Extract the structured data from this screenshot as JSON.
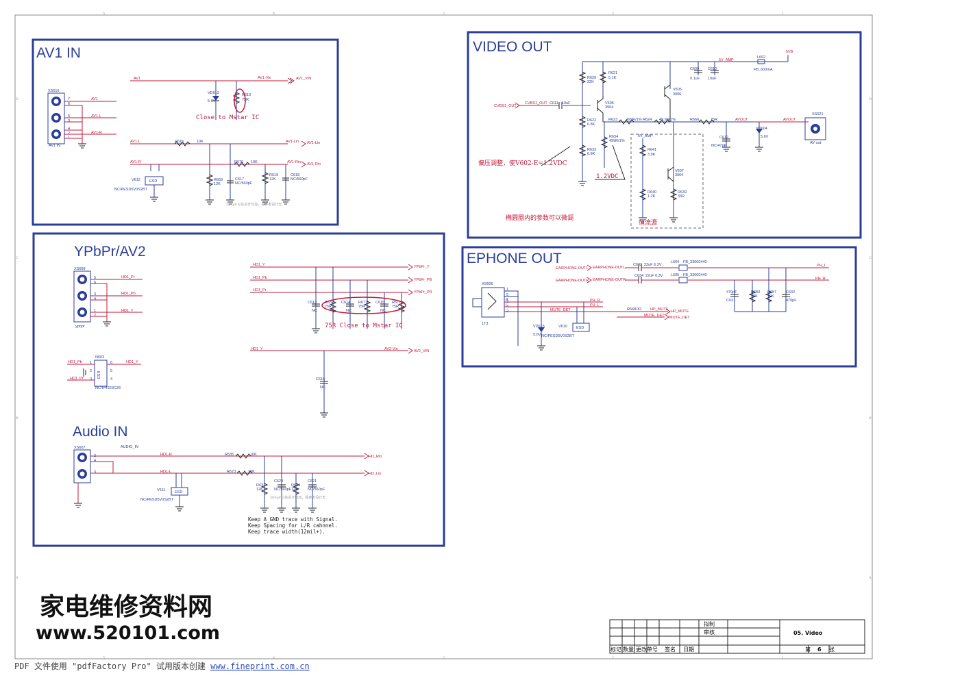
{
  "blocks": {
    "av1": {
      "title": "AV1 IN"
    },
    "video_out": {
      "title": "VIDEO OUT"
    },
    "ypbpr": {
      "title": "YPbPr/AV2"
    },
    "ephone": {
      "title": "EPHONE OUT"
    },
    "audio": {
      "title": "Audio IN"
    }
  },
  "av1": {
    "connector": "XS616",
    "connector_sub": "AV1 IN",
    "pins": [
      "7",
      "6",
      "5",
      "3",
      "4",
      "2",
      "1"
    ],
    "net_av1": "AV1",
    "net_av1l": "AV1-L",
    "net_av1r": "AV1-R",
    "net_vin": "AV1-Vin",
    "port_vin": "AV1_VIN",
    "net_lin": "AV1-Lin",
    "port_lin": "AV1-Lin",
    "net_rin": "AV1-Rin",
    "port_rin": "AV1-Rin",
    "vd": "VD613",
    "vd_val": "5.6V",
    "r610": "R610",
    "r610_val": "75R",
    "close_note": "Close to Mstar IC",
    "r615": "R615",
    "r615_val": "10K",
    "r670": "R670",
    "r670_val": "10K",
    "r669": "R669",
    "r669_val": "12K",
    "c617": "C617",
    "c617_val": "NC/560pF",
    "r619": "R619",
    "r619_val": "12K",
    "c618": "C618",
    "c618_val": "NC/560pF",
    "v612": "V612",
    "esd": "ESD",
    "esd_part": "NC/PESD5V0S2BT",
    "small_note": "560pF以往设计均加，视参考设计无"
  },
  "video_out": {
    "net_cvbs": "CVBS1_OUT",
    "port_cvbs": "CVBS1_OUT",
    "c611": "C611",
    "c611_val": "10uF",
    "r620": "R620",
    "r620_val": "22K",
    "r621": "R621",
    "r621_val": "5.1K",
    "r622": "R622",
    "r622_val": "6.8K",
    "r633": "R633",
    "r633_val": "6.8K",
    "v606": "V606",
    "v606_val": "3904",
    "v605": "V605",
    "v605_val": "3906",
    "v607": "V607",
    "v607_val": "3904",
    "r623": "R623",
    "r623_val": "499R/1%",
    "r624": "R624",
    "r624_val": "49.9R/1%",
    "r634": "R634",
    "r634_val": "499R/1%",
    "r666": "R666",
    "r666_val": "75R",
    "net_avout": "AVOUT",
    "net_avout2": "AVOUT",
    "c609": "C609",
    "c609_val": "0.1uF",
    "c610": "C610",
    "c610_val": "10uF",
    "net_5vamp": "5V_AMP",
    "net_5vamp2": "5V_AMP",
    "l602": "L602",
    "l602_val": "FB_600mA",
    "supply": "5VB",
    "r641": "R641",
    "r641_val": "3.9K",
    "r640": "R640",
    "r640_val": "1.2K",
    "r639": "R639",
    "r639_val": "33R",
    "c612": "C612",
    "c612_val": "NC/47pF",
    "vd604": "VD604",
    "vd604_val": "5.6V",
    "xs621": "XS621",
    "xs621_sub": "AV out",
    "bias_note": "偏压调整，使V602-E=1.2VDC",
    "vdc_note": "1.2VDC",
    "ellipse_note": "椭圆圈内的参数可以微调",
    "current_note": "恒流源"
  },
  "ypbpr": {
    "connector": "XS608",
    "connector_sub": "ypbpr",
    "pins": [
      "5",
      "6",
      "3",
      "4",
      "1",
      "2"
    ],
    "net_pr": "HD1_Pr",
    "net_pb": "HD1_Pb",
    "net_y": "HD1_Y",
    "port_y": "YPbPr_Y",
    "port_pb": "YPbPr_PB",
    "port_pr": "YPbPr_PR",
    "c613": "C613",
    "c613_val": "NC",
    "r632": "R632",
    "r632_val": "75R",
    "c614": "C614",
    "c614_val": "NC",
    "r677": "R677",
    "r677_val": "75R",
    "c615": "C615",
    "c615_val": "NC",
    "r672": "R672",
    "r672_val": "75R",
    "close_note": "75R Close to Mstar IC",
    "net_y2": "HD1_Y",
    "net_av2vin": "AV2-Vin",
    "port_av2": "AV2_VIN",
    "c616": "C616",
    "c616_val": "NC",
    "n603": "N603",
    "n603_part": "NC/IP4223CZ6",
    "n603_body": "ESD",
    "n_pins": [
      "1",
      "2",
      "3",
      "6",
      "5",
      "4"
    ],
    "n_pb": "HD1_Pb",
    "n_pr": "HD1_Pr",
    "n_y": "HD1_Y"
  },
  "ephone": {
    "net_l": "EARPHONE-OUTL",
    "port_l": "EARPHONE-OUTL",
    "net_r": "EARPHONE-OUTR",
    "port_r": "EARPHONE-OUTR",
    "c633": "C633",
    "c633_val": "22uF 6.3V",
    "c634": "C634",
    "c634_val": "22uF 6.3V",
    "l604": "L604",
    "l604_val": "FB_33000440",
    "l605": "L605",
    "l605_val": "FB_33000440",
    "out_l": "PH_L",
    "out_r": "PH_R",
    "jack": "XS606",
    "jack_sub": "1T3",
    "jack_pins": [
      "1",
      "5",
      "3",
      "4",
      "2"
    ],
    "jack_letters": [
      "R",
      "L"
    ],
    "net_phr": "PH_R",
    "net_phl": "PH_L",
    "net_mute": "MUTE_DET",
    "port_mute": "MUTE_DET",
    "r668": "R668",
    "r668_val": "0R",
    "net_hp": "HP_MUTE",
    "port_hp": "HP_MUTE",
    "c631": "C631",
    "c631_val": "470pF",
    "r683": "R683",
    "r683_val": "10K",
    "r687": "R687",
    "r687_val": "10K",
    "c632": "C632",
    "c632_val": "470pF",
    "vd615": "VD615",
    "vd615_val": "5.6V",
    "v610": "V610",
    "esd": "ESD",
    "esd_part": "NC/PESD5V0S2BT"
  },
  "audio": {
    "connector": "XS607",
    "audio_label": "AUDIO_IN",
    "pins": [
      "2",
      "4",
      "3"
    ],
    "net_r": "HD1-R",
    "net_l": "HD1-L",
    "r635": "R635",
    "r635_val": "10K",
    "r673": "R673",
    "r673_val": "10K",
    "port_rin": "HD_Rin",
    "port_lin": "HD_Lin",
    "r637": "R637",
    "r637_val": "12K",
    "c620": "C620",
    "c620_val": "NC/560pF",
    "r674": "R674",
    "r674_val": "12K",
    "c621": "C621",
    "c621_val": "NC/560pF",
    "v611": "V611",
    "esd": "ESD",
    "esd_part": "NC/PESD5V0S2BT",
    "small_note": "560pF以往设计均加，视参考设计无",
    "keep1": "Keep A_GND trace with Signal.",
    "keep2": "Keep Spacing for L/R cahnnel.",
    "keep3": "Keep trace width(12mil+)."
  },
  "watermark": {
    "line1": "家电维修资料网",
    "line2": "www.520101.com"
  },
  "title_block": {
    "r1": "拟制",
    "r2": "审核",
    "sheet_title": "05. Video",
    "cols": [
      "标记",
      "数量",
      "更改单号",
      "签名",
      "日期"
    ],
    "page_a": "第",
    "page_n": "6",
    "page_b": "张"
  },
  "frame_marks": {
    "top": [
      "5",
      "4",
      "3",
      "2",
      "1"
    ],
    "side": [
      "D",
      "C",
      "B",
      "A"
    ]
  },
  "footer": {
    "text": "PDF 文件使用 \"pdfFactory Pro\" 试用版本创建 ",
    "link": "www.fineprint.com.cn"
  },
  "colors": {
    "block": "#2a3d9a",
    "wire": "#c2183a",
    "annotation": "#c2183a"
  }
}
